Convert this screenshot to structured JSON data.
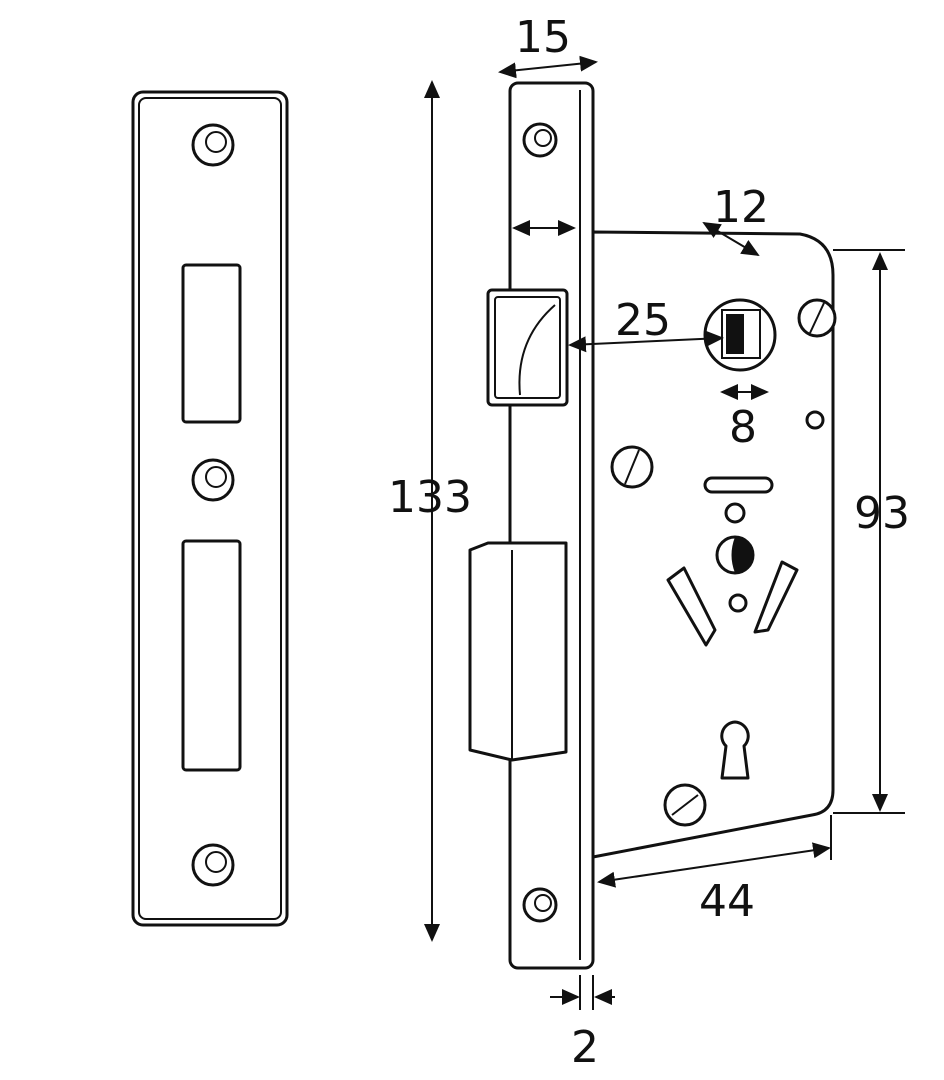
{
  "dimensions": {
    "faceplate_width": "15",
    "body_offset": "12",
    "backset": "25",
    "spindle_square": "8",
    "total_height": "133",
    "body_height": "93",
    "body_depth": "44",
    "faceplate_thickness": "2"
  },
  "colors": {
    "line": "#111111",
    "background": "#ffffff"
  }
}
